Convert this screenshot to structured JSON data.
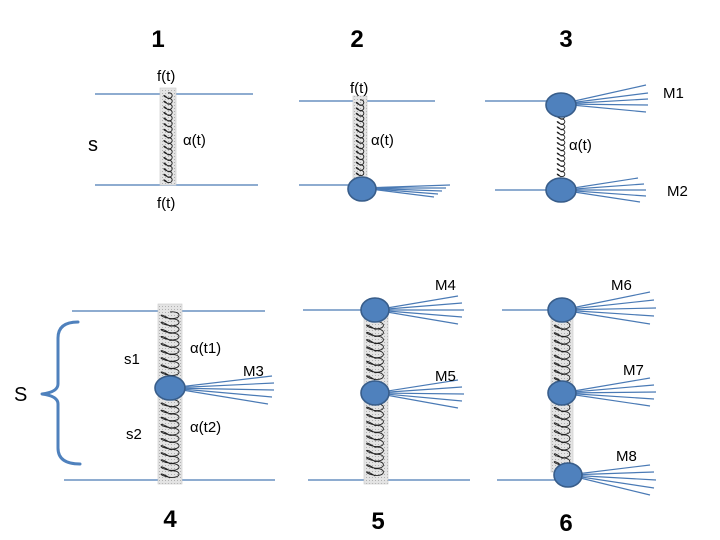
{
  "diagrams": [
    {
      "number": "1",
      "labels": {
        "top": "f(t)",
        "bottom": "f(t)",
        "left": "s",
        "exchange": "α(t)"
      }
    },
    {
      "number": "2",
      "labels": {
        "top": "f(t)",
        "exchange": "α(t)"
      }
    },
    {
      "number": "3",
      "labels": {
        "exchange": "α(t)",
        "mass_top": "M1",
        "mass_bottom": "M2"
      }
    },
    {
      "number": "4",
      "labels": {
        "total": "S",
        "s_upper": "s1",
        "s_lower": "s2",
        "exchange_upper": "α(t1)",
        "exchange_lower": "α(t2)",
        "mass": "M3"
      }
    },
    {
      "number": "5",
      "labels": {
        "mass_top": "M4",
        "mass_middle": "M5"
      }
    },
    {
      "number": "6",
      "labels": {
        "mass_top": "M6",
        "mass_middle": "M7",
        "mass_bottom": "M8"
      }
    }
  ],
  "colors": {
    "line": "#4a7ab5",
    "blob": "#4f81bd",
    "blob_edge": "#385d8a",
    "band": "#e6e6e6"
  }
}
